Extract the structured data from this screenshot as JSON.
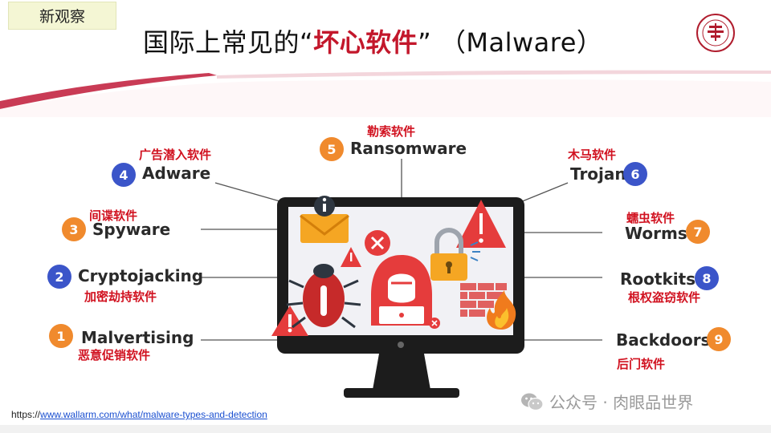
{
  "header": {
    "tag": "新观察",
    "title_pre": "国际上常见的“",
    "title_hl": "坏心软件",
    "title_post": "” （Malware）"
  },
  "items": [
    {
      "num": "1",
      "en": "Malvertising",
      "cn": "恶意促销软件"
    },
    {
      "num": "2",
      "en": "Cryptojacking",
      "cn": "加密劫持软件"
    },
    {
      "num": "3",
      "en": "Spyware",
      "cn": "间谍软件"
    },
    {
      "num": "4",
      "en": "Adware",
      "cn": "广告潜入软件"
    },
    {
      "num": "5",
      "en": "Ransomware",
      "cn": "勒索软件"
    },
    {
      "num": "6",
      "en": "Trojan",
      "cn": "木马软件"
    },
    {
      "num": "7",
      "en": "Worms",
      "cn": "蠕虫软件"
    },
    {
      "num": "8",
      "en": "Rootkits",
      "cn": "根权盗窃软件"
    },
    {
      "num": "9",
      "en": "Backdoors",
      "cn": "后门软件"
    }
  ],
  "source": {
    "prefix": "https://",
    "link": "www.wallarm.com/what/malware-types-and-detection"
  },
  "watermark": "公众号 · 肉眼品世界",
  "colors": {
    "accent_red": "#c3172b",
    "blue_badge": "#3b55c9",
    "orange_badge": "#f08a2d"
  },
  "icons": [
    "university-seal-icon",
    "info-icon",
    "envelope-icon",
    "warning-icon",
    "error-x-icon",
    "padlock-icon",
    "bug-icon",
    "hooded-hacker-icon",
    "firewall-icon",
    "fire-icon",
    "wechat-icon"
  ]
}
